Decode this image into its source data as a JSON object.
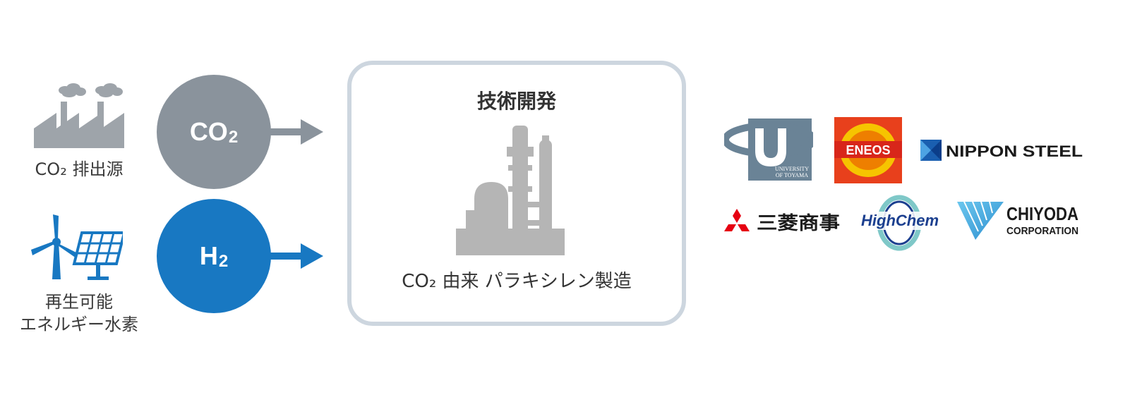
{
  "colors": {
    "co2_circle": "#8a939c",
    "h2_circle": "#1878c2",
    "arrow_gray": "#8a939c",
    "arrow_blue": "#1878c2",
    "icon_gray": "#9ea4aa",
    "icon_blue": "#1878c2",
    "box_border": "#cdd6df",
    "plant_gray": "#b5b5b5"
  },
  "inputs": [
    {
      "icon": "factory-icon",
      "label_lines": [
        "CO₂ 排出源"
      ],
      "circle_main": "CO",
      "circle_sub": "2"
    },
    {
      "icon": "wind-solar-icon",
      "label_lines": [
        "再生可能",
        "エネルギー水素"
      ],
      "circle_main": "H",
      "circle_sub": "2"
    }
  ],
  "process": {
    "title": "技術開発",
    "icon": "chemical-plant-icon",
    "caption": "CO₂ 由来 パラキシレン製造"
  },
  "partners": {
    "university": {
      "line1": "UNIVERSITY",
      "line2": "OF TOYAMA",
      "letter": "U"
    },
    "eneos": {
      "text": "ENEOS"
    },
    "nippon_steel": {
      "text": "NIPPON STEEL"
    },
    "mitsubishi": {
      "text": "三菱商事"
    },
    "highchem": {
      "text": "HighChem"
    },
    "chiyoda": {
      "line1": "CHIYODA",
      "line2": "CORPORATION"
    }
  }
}
